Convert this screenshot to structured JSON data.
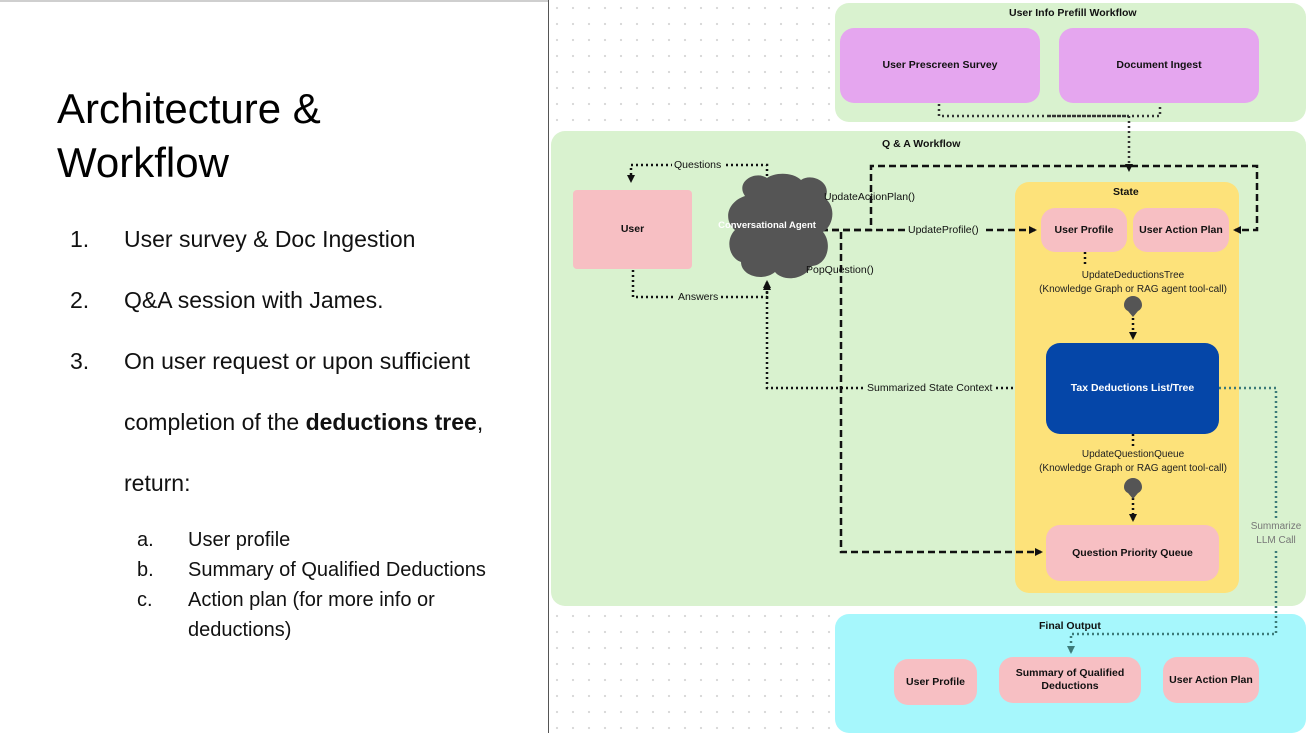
{
  "slide": {
    "title_line1": "Architecture &",
    "title_line2": "Workflow",
    "items": [
      {
        "num": "1.",
        "text": "User survey & Doc Ingestion"
      },
      {
        "num": "2.",
        "text": "Q&A session with James."
      },
      {
        "num": "3.",
        "text": "On user request or upon sufficient"
      }
    ],
    "item3_line2_pre": "completion of the ",
    "item3_line2_bold": "deductions tree",
    "item3_line2_post": ",",
    "item3_line3": "return:",
    "subitems": [
      {
        "num": "a.",
        "text": "User profile"
      },
      {
        "num": "b.",
        "text": "Summary of Qualified Deductions"
      },
      {
        "num": "c.",
        "text": "Action plan (for more info or"
      }
    ],
    "subitem_c_line2": "deductions)"
  },
  "diagram": {
    "colors": {
      "prefill_zone": "#d9f2cf",
      "qa_zone": "#d9f2cf",
      "state_zone": "#fde27a",
      "output_zone": "#a6f7fc",
      "purple_box": "#e5a6ef",
      "pink_box": "#f7bfc3",
      "dark_node": "#555555",
      "blue_box": "#0546a8"
    },
    "prefill": {
      "title": "User Info Prefill Workflow",
      "survey": "User Prescreen Survey",
      "ingest": "Document Ingest"
    },
    "qa": {
      "title": "Q & A Workflow",
      "user": "User",
      "agent": "Conversational Agent",
      "questions": "Questions",
      "answers": "Answers",
      "update_action_plan": "UpdateActionPlan()",
      "update_profile": "UpdateProfile()",
      "pop_question": "PopQuestion()",
      "summarized_context": "Summarized State Context"
    },
    "state": {
      "title": "State",
      "user_profile": "User Profile",
      "user_action_plan": "User Action Plan",
      "update_deductions_1": "UpdateDeductionsTree",
      "update_deductions_2": "(Knowledge Graph or RAG agent tool-call)",
      "tax_deductions": "Tax Deductions List/Tree",
      "update_queue_1": "UpdateQuestionQueue",
      "update_queue_2": "(Knowledge Graph or RAG agent tool-call)",
      "question_queue": "Question Priority Queue"
    },
    "summarize": {
      "line1": "Summarize",
      "line2": "LLM Call"
    },
    "output": {
      "title": "Final Output",
      "user_profile": "User Profile",
      "summary_1": "Summary of Qualified",
      "summary_2": "Deductions",
      "action_plan": "User Action Plan"
    }
  }
}
